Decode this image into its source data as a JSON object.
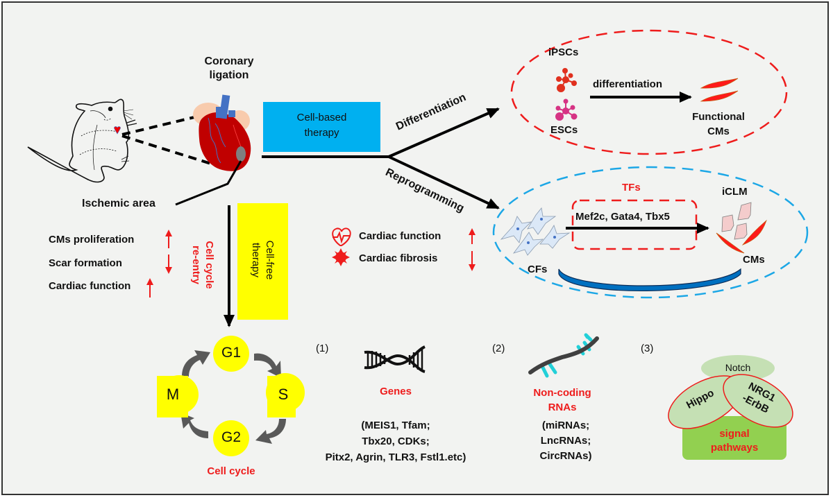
{
  "figure": {
    "colors": {
      "background": "#f2f3f1",
      "cell_based_box": "#00b0f0",
      "cell_free_box": "#ffff00",
      "red_accent": "#ee1c1c",
      "blue_dashed": "#1ca7e6",
      "heart_red": "#c00000",
      "vessel_blue": "#4472c4",
      "signal_green": "#92d050",
      "pathway_light_green": "#c5e0b4",
      "cycle_yellow": "#ffff00",
      "cycle_arrow_gray": "#595959"
    },
    "model": {
      "coronary_label_line1": "Coronary",
      "coronary_label_line2": "ligation",
      "ischemic_label": "Ischemic area"
    },
    "cell_based": {
      "label_line1": "Cell-based",
      "label_line2": "therapy",
      "branch_differentiation": "Differentiation",
      "branch_reprogramming": "Reprogramming"
    },
    "differentiation_group": {
      "ipsc_label": "iPSCs",
      "esc_label": "ESCs",
      "arrow_label": "differentiation",
      "result_line1": "Functional",
      "result_line2": "CMs"
    },
    "reprogramming_group": {
      "tfs_label": "TFs",
      "factors": "Mef2c, Gata4, Tbx5",
      "source_label": "CFs",
      "iclm_label": "iCLM",
      "cms_label": "CMs"
    },
    "outcomes_cell_based": [
      {
        "icon": "heart-pulse-icon",
        "label": "Cardiac function",
        "direction": "up"
      },
      {
        "icon": "burst-icon",
        "label": "Cardiac fibrosis",
        "direction": "down"
      }
    ],
    "cell_free": {
      "label_line1": "Cell-free",
      "label_line2": "therapy",
      "reentry_line1": "Cell cycle",
      "reentry_line2": "re-entry"
    },
    "outcomes_cell_free": [
      {
        "label": "CMs proliferation",
        "direction": "up"
      },
      {
        "label": "Scar formation",
        "direction": "down"
      },
      {
        "label": "Cardiac function",
        "direction": "up"
      }
    ],
    "cell_cycle": {
      "phases": [
        "G1",
        "S",
        "G2",
        "M"
      ],
      "label": "Cell cycle"
    },
    "mechanisms": [
      {
        "number": "(1)",
        "title": "Genes",
        "icon": "dna-icon",
        "details": [
          "(MEIS1, Tfam;",
          "Tbx20, CDKs;",
          "Pitx2, Agrin, TLR3, Fstl1.etc)"
        ]
      },
      {
        "number": "(2)",
        "title_line1": "Non-coding",
        "title_line2": "RNAs",
        "icon": "rna-strand-icon",
        "details": [
          "(miRNAs;",
          "LncRNAs;",
          "CircRNAs)"
        ]
      },
      {
        "number": "(3)",
        "pathways": [
          "Notch",
          "Hippo",
          "NRG1",
          "-ErbB"
        ],
        "title_line1": "signal",
        "title_line2": "pathways"
      }
    ]
  }
}
